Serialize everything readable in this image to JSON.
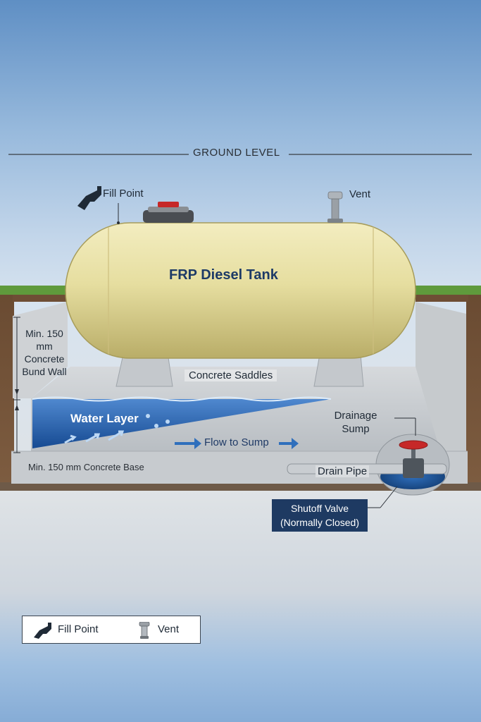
{
  "labels": {
    "ground_level": "GROUND LEVEL",
    "fill_point": "Fill Point",
    "vent": "Vent",
    "tank": "FRP Diesel Tank",
    "saddles": "Concrete Saddles",
    "bund_wall": "Min. 150 mm Concrete Bund Wall",
    "water_layer": "Water Layer",
    "flow": "Flow to Sump",
    "drainage_sump": "Drainage Sump",
    "concrete_base": "Min. 150 mm Concrete Base",
    "drain_pipe": "Drain Pipe",
    "shutoff_valve": "Shutoff Valve",
    "shutoff_valve_note": "(Normally Closed)"
  },
  "legend": {
    "fill_point": "Fill Point",
    "vent": "Vent"
  },
  "colors": {
    "tank_body": "#e7dfa0",
    "water": "#1f5ca8",
    "valve_handle": "#c62828",
    "label_box": "#1e3a62",
    "grass": "#5f9a3c"
  },
  "icons": {
    "fill_point": "fuel-nozzle-icon",
    "vent": "vent-pipe-icon"
  }
}
